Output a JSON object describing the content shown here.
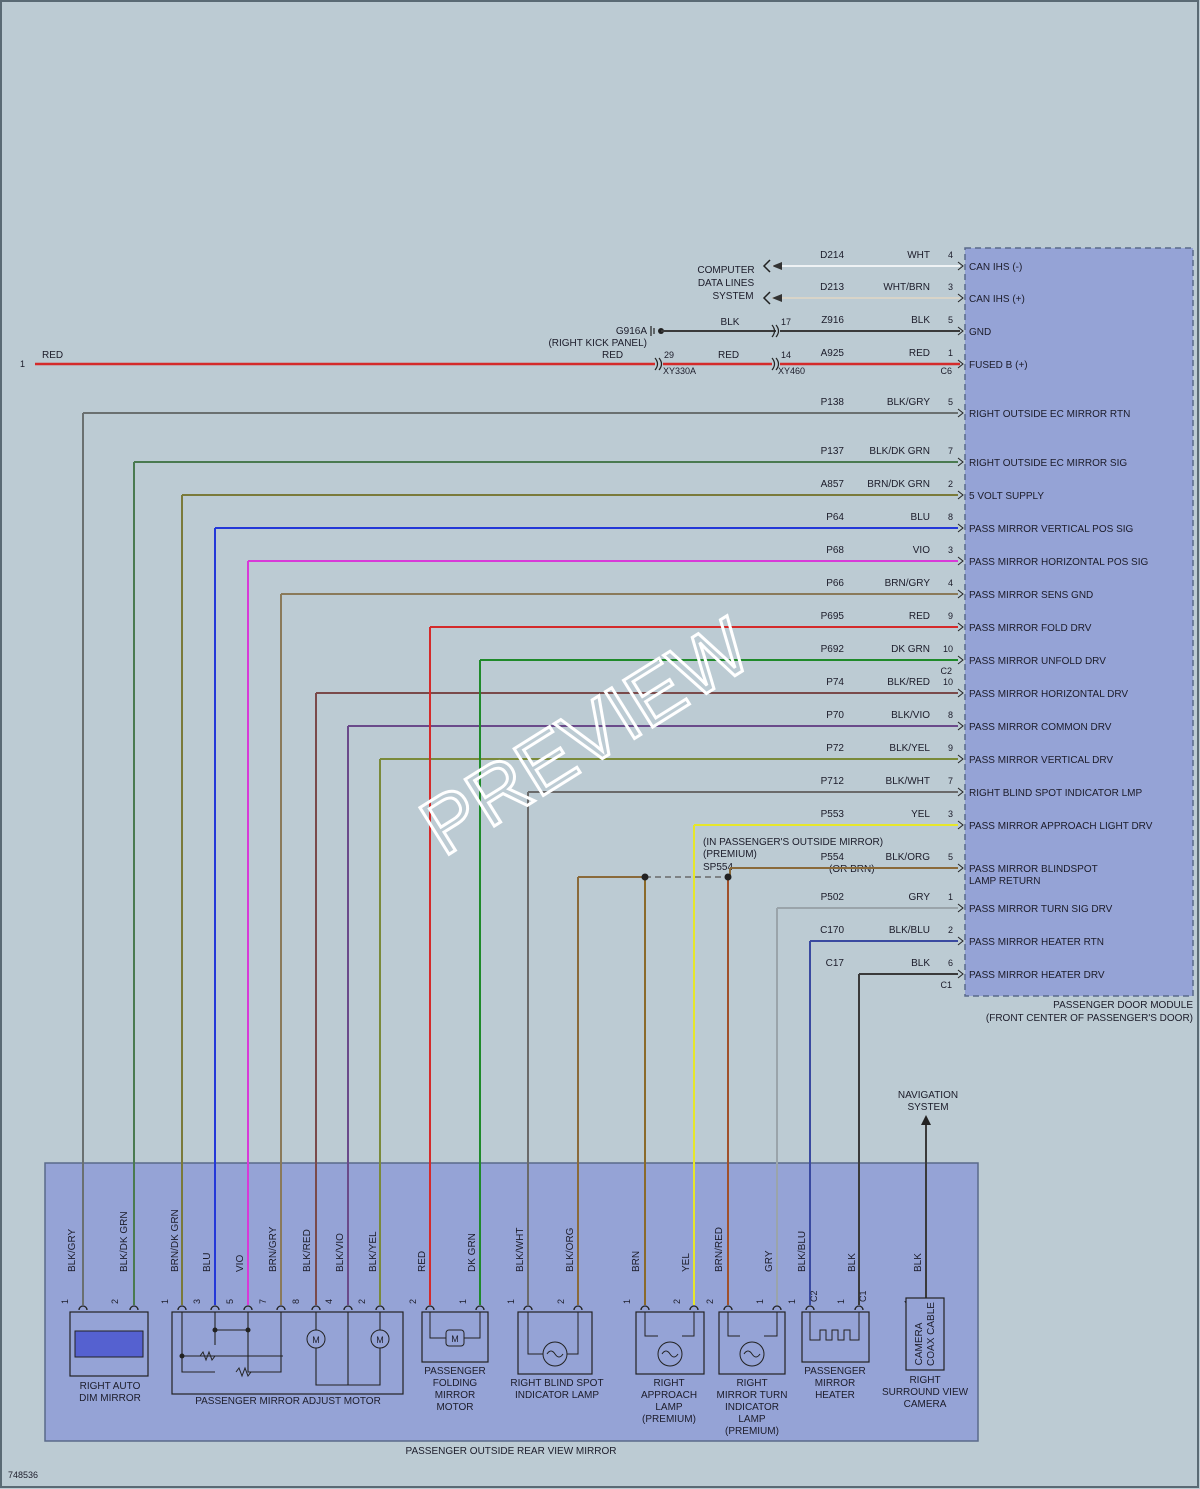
{
  "figure_id": "748536",
  "watermark": "PREVIEW",
  "module": {
    "name_line1": "PASSENGER DOOR MODULE",
    "name_line2": "(FRONT CENTER OF PASSENGER'S DOOR)",
    "conn_c6": "C6",
    "conn_c2": "C2",
    "conn_c1": "C1"
  },
  "mirror_assembly": {
    "name": "PASSENGER OUTSIDE REAR VIEW MIRROR"
  },
  "computer_data_lines": [
    "COMPUTER",
    "DATA LINES",
    "SYSTEM"
  ],
  "navigation": [
    "NAVIGATION",
    "SYSTEM"
  ],
  "ground": {
    "id": "G916A",
    "location": "(RIGHT KICK PANEL)"
  },
  "feed": {
    "pin": "1",
    "color": "RED"
  },
  "inline": {
    "xy330a": "XY330A",
    "xy330a_pin": "29",
    "xy460": "XY460",
    "xy460_pin_red": "14",
    "xy460_pin_blk": "17",
    "red_left": "RED",
    "red_mid": "RED",
    "blk_mid": "BLK"
  },
  "splice": {
    "in_mirror": "(IN PASSENGER'S OUTSIDE MIRROR)",
    "premium": "(PREMIUM)",
    "id": "SP554",
    "alt": "(OR BRN)"
  },
  "circuits": [
    {
      "circuit": "D214",
      "color": "WHT",
      "pin": "4",
      "func": "CAN IHS (-)"
    },
    {
      "circuit": "D213",
      "color": "WHT/BRN",
      "pin": "3",
      "func": "CAN IHS (+)"
    },
    {
      "circuit": "Z916",
      "color": "BLK",
      "pin": "5",
      "func": "GND"
    },
    {
      "circuit": "A925",
      "color": "RED",
      "pin": "1",
      "func": "FUSED B (+)"
    },
    {
      "circuit": "P138",
      "color": "BLK/GRY",
      "pin": "5",
      "func": "RIGHT OUTSIDE EC MIRROR RTN"
    },
    {
      "circuit": "P137",
      "color": "BLK/DK GRN",
      "pin": "7",
      "func": "RIGHT OUTSIDE EC MIRROR SIG"
    },
    {
      "circuit": "A857",
      "color": "BRN/DK GRN",
      "pin": "2",
      "func": "5 VOLT SUPPLY"
    },
    {
      "circuit": "P64",
      "color": "BLU",
      "pin": "8",
      "func": "PASS MIRROR VERTICAL POS SIG"
    },
    {
      "circuit": "P68",
      "color": "VIO",
      "pin": "3",
      "func": "PASS MIRROR HORIZONTAL POS SIG"
    },
    {
      "circuit": "P66",
      "color": "BRN/GRY",
      "pin": "4",
      "func": "PASS MIRROR SENS GND"
    },
    {
      "circuit": "P695",
      "color": "RED",
      "pin": "9",
      "func": "PASS MIRROR FOLD DRV"
    },
    {
      "circuit": "P692",
      "color": "DK GRN",
      "pin": "10",
      "func": "PASS MIRROR UNFOLD DRV"
    },
    {
      "circuit": "P74",
      "color": "BLK/RED",
      "pin": "10",
      "func": "PASS MIRROR HORIZONTAL DRV"
    },
    {
      "circuit": "P70",
      "color": "BLK/VIO",
      "pin": "8",
      "func": "PASS MIRROR COMMON DRV"
    },
    {
      "circuit": "P72",
      "color": "BLK/YEL",
      "pin": "9",
      "func": "PASS MIRROR VERTICAL DRV"
    },
    {
      "circuit": "P712",
      "color": "BLK/WHT",
      "pin": "7",
      "func": "RIGHT BLIND SPOT INDICATOR LMP"
    },
    {
      "circuit": "P553",
      "color": "YEL",
      "pin": "3",
      "func": "PASS MIRROR APPROACH LIGHT DRV"
    },
    {
      "circuit": "P554",
      "color": "BLK/ORG",
      "pin": "5",
      "func": "PASS MIRROR BLINDSPOT",
      "func2": "LAMP RETURN"
    },
    {
      "circuit": "P502",
      "color": "GRY",
      "pin": "1",
      "func": "PASS MIRROR TURN SIG DRV"
    },
    {
      "circuit": "C170",
      "color": "BLK/BLU",
      "pin": "2",
      "func": "PASS MIRROR HEATER RTN"
    },
    {
      "circuit": "C17",
      "color": "BLK",
      "pin": "6",
      "func": "PASS MIRROR HEATER DRV"
    }
  ],
  "wire_colors_hex": {
    "RED": "#d42a2a",
    "BLU": "#2438d8",
    "VIO": "#d83ad8",
    "DK GRN": "#1f8a2a",
    "YEL": "#e6e62a",
    "GRY": "#9aa4aa",
    "WHT": "#eef2f4",
    "BLK": "#3a3a3a",
    "BRN": "#8a6a2a",
    "BLK/GRY": "#6a7070",
    "BLK/DK GRN": "#4a7a50",
    "BRN/DK GRN": "#7a7a3a",
    "BRN/GRY": "#8a7a5a",
    "BLK/RED": "#7a4a4a",
    "BLK/VIO": "#6a4a8a",
    "BLK/YEL": "#7a8a3a",
    "BLK/WHT": "#6a6a6a",
    "BLK/ORG": "#8a6a3a",
    "BRN/RED": "#a0502a",
    "BLK/BLU": "#3a4aa0",
    "module_fill": "#95a3d6",
    "background": "#bccbd3"
  },
  "components": [
    {
      "name": "RIGHT AUTO DIM MIRROR",
      "wires": [
        {
          "color": "BLK/GRY",
          "pin": "1"
        },
        {
          "color": "BLK/DK GRN",
          "pin": "2"
        }
      ]
    },
    {
      "name": "PASSENGER MIRROR ADJUST MOTOR",
      "wires": [
        {
          "color": "BRN/DK GRN",
          "pin": "1"
        },
        {
          "color": "BLU",
          "pin": "3"
        },
        {
          "color": "VIO",
          "pin": "5"
        },
        {
          "color": "BRN/GRY",
          "pin": "7"
        },
        {
          "color": "BLK/RED",
          "pin": "8"
        },
        {
          "color": "BLK/VIO",
          "pin": "4"
        },
        {
          "color": "BLK/YEL",
          "pin": "2"
        }
      ]
    },
    {
      "name": "PASSENGER FOLDING MIRROR MOTOR",
      "wires": [
        {
          "color": "RED",
          "pin": "2"
        },
        {
          "color": "DK GRN",
          "pin": "1"
        }
      ]
    },
    {
      "name": "RIGHT BLIND SPOT INDICATOR LAMP",
      "wires": [
        {
          "color": "BLK/WHT",
          "pin": "1"
        },
        {
          "color": "BLK/ORG",
          "pin": "2"
        }
      ]
    },
    {
      "name": "RIGHT APPROACH LAMP (PREMIUM)",
      "wires": [
        {
          "color": "BRN",
          "pin": "1"
        },
        {
          "color": "YEL",
          "pin": "2"
        }
      ]
    },
    {
      "name": "RIGHT MIRROR TURN INDICATOR LAMP (PREMIUM)",
      "wires": [
        {
          "color": "BRN/RED",
          "pin": "2"
        },
        {
          "color": "GRY",
          "pin": "1"
        }
      ]
    },
    {
      "name": "PASSENGER MIRROR HEATER",
      "wires": [
        {
          "color": "BLK/BLU",
          "pin": "1",
          "conn": "C2"
        },
        {
          "color": "BLK",
          "pin": "1",
          "conn": "C1"
        }
      ]
    },
    {
      "name": "RIGHT SURROUND VIEW CAMERA",
      "wires": [
        {
          "color": "BLK",
          "pin": "1"
        }
      ],
      "inner": "CAMERA COAX CABLE"
    }
  ],
  "comp_labels": {
    "auto_dim": [
      "RIGHT AUTO",
      "DIM MIRROR"
    ],
    "adjust": [
      "PASSENGER MIRROR ADJUST MOTOR"
    ],
    "folding": [
      "PASSENGER",
      "FOLDING",
      "MIRROR",
      "MOTOR"
    ],
    "blind": [
      "RIGHT BLIND SPOT",
      "INDICATOR LAMP"
    ],
    "approach": [
      "RIGHT",
      "APPROACH",
      "LAMP",
      "(PREMIUM)"
    ],
    "turn": [
      "RIGHT",
      "MIRROR TURN",
      "INDICATOR",
      "LAMP",
      "(PREMIUM)"
    ],
    "heater": [
      "PASSENGER",
      "MIRROR",
      "HEATER"
    ],
    "camera": [
      "RIGHT",
      "SURROUND VIEW",
      "CAMERA"
    ],
    "camera_inner": [
      "CAMERA",
      "COAX CABLE"
    ]
  },
  "conn_pins_heater": [
    "C2",
    "C1"
  ]
}
